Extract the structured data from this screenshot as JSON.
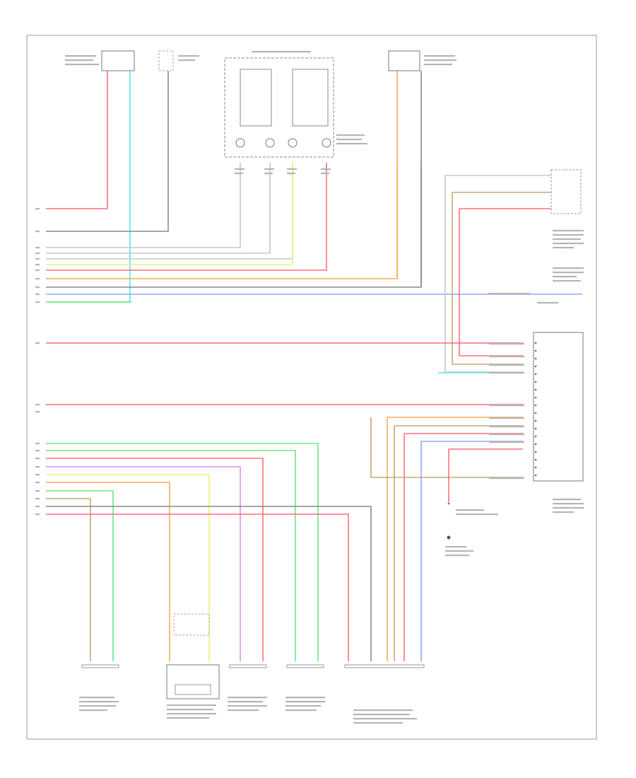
{
  "diagram": {
    "page_id": "",
    "wire_colors": {
      "red": "#ff6f7d",
      "cyan": "#55e6ee",
      "gray": "#8a8a8a",
      "lightgray": "#c8c8c8",
      "yellow": "#f2f07a",
      "orange": "#ffaa55",
      "blue": "#8fa6ff",
      "green": "#6ee87e",
      "violet": "#e48cf0",
      "tan": "#c2a878"
    },
    "modules": [
      {
        "id": "top-left-module",
        "label": ""
      },
      {
        "id": "top-center-switch-assembly",
        "label": ""
      },
      {
        "id": "top-right-module",
        "label": ""
      },
      {
        "id": "right-upper-connector",
        "label": ""
      },
      {
        "id": "right-main-module",
        "label": ""
      },
      {
        "id": "bottom-center-module",
        "label": ""
      },
      {
        "id": "bottom-sensors",
        "label": ""
      }
    ],
    "note": ""
  }
}
